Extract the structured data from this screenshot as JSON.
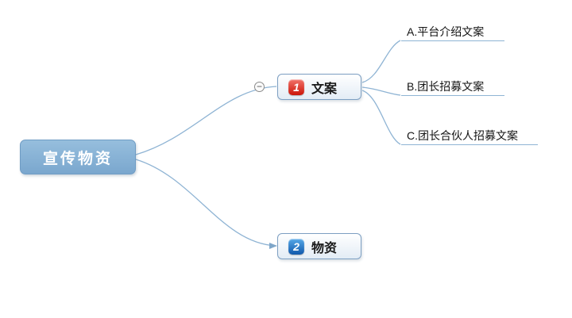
{
  "root": {
    "label": "宣传物资"
  },
  "branches": [
    {
      "label": "文案",
      "badge": "1",
      "children": [
        "A.平台介绍文案",
        "B.团长招募文案",
        "C.团长合伙人招募文案"
      ]
    },
    {
      "label": "物资",
      "badge": "2",
      "children": []
    }
  ],
  "icons": {
    "collapse": "−"
  },
  "colors": {
    "line": "#8fb4d4",
    "root_bg": "#7aa7ce",
    "root_text": "#ffffff",
    "node_border": "#7d9fc2",
    "badge_1": "#cb1509",
    "badge_2": "#0f58ab"
  }
}
